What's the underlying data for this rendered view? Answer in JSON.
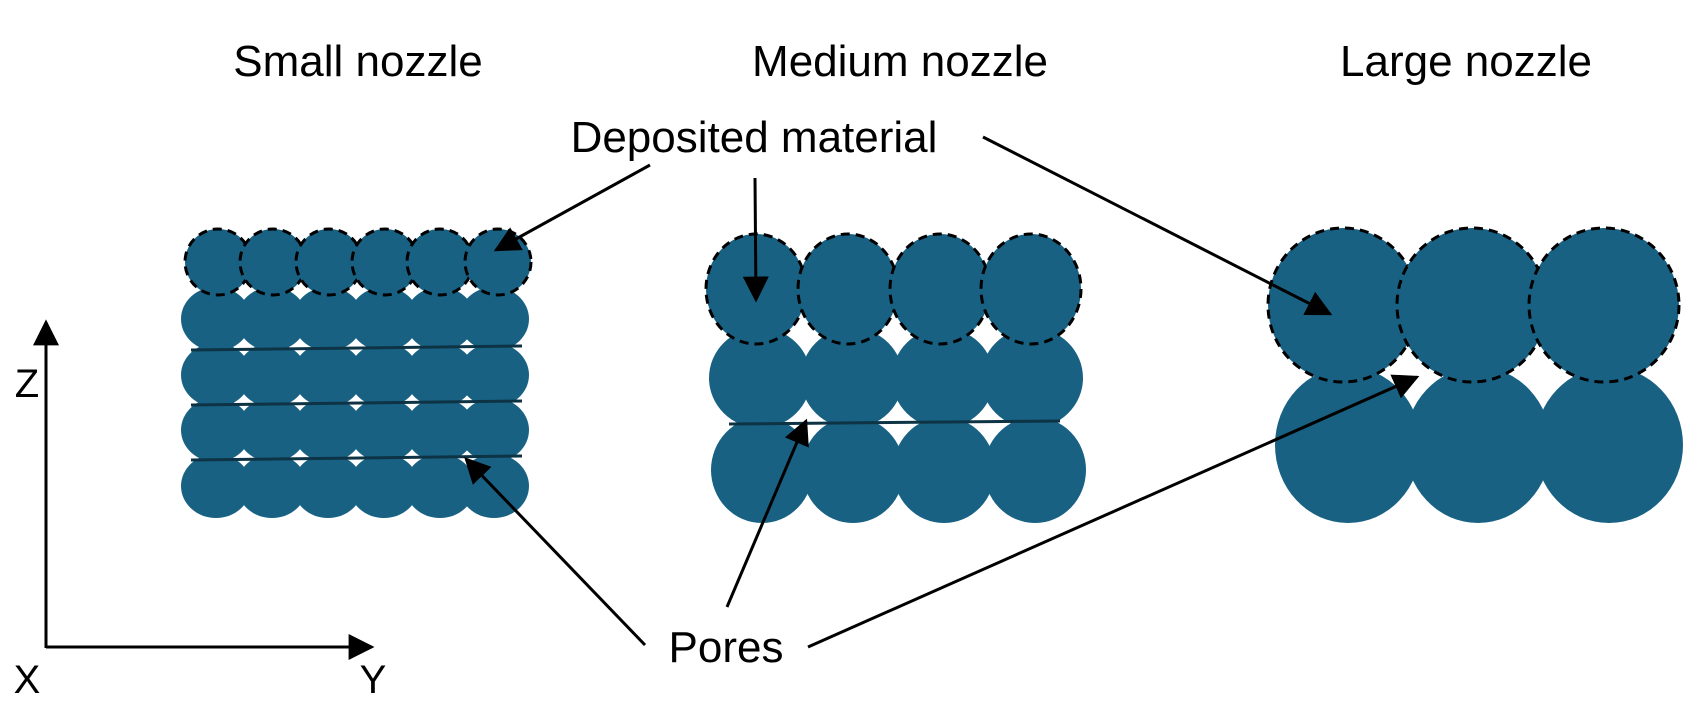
{
  "headings": {
    "small": "Small nozzle",
    "medium": "Medium nozzle",
    "large": "Large nozzle"
  },
  "labels": {
    "deposited": "Deposited material",
    "pores": "Pores"
  },
  "axes": {
    "z": "Z",
    "x": "X",
    "y": "Y"
  },
  "colors": {
    "bead": "#186183",
    "line": "#000000",
    "layer_line": "#0d3344"
  }
}
